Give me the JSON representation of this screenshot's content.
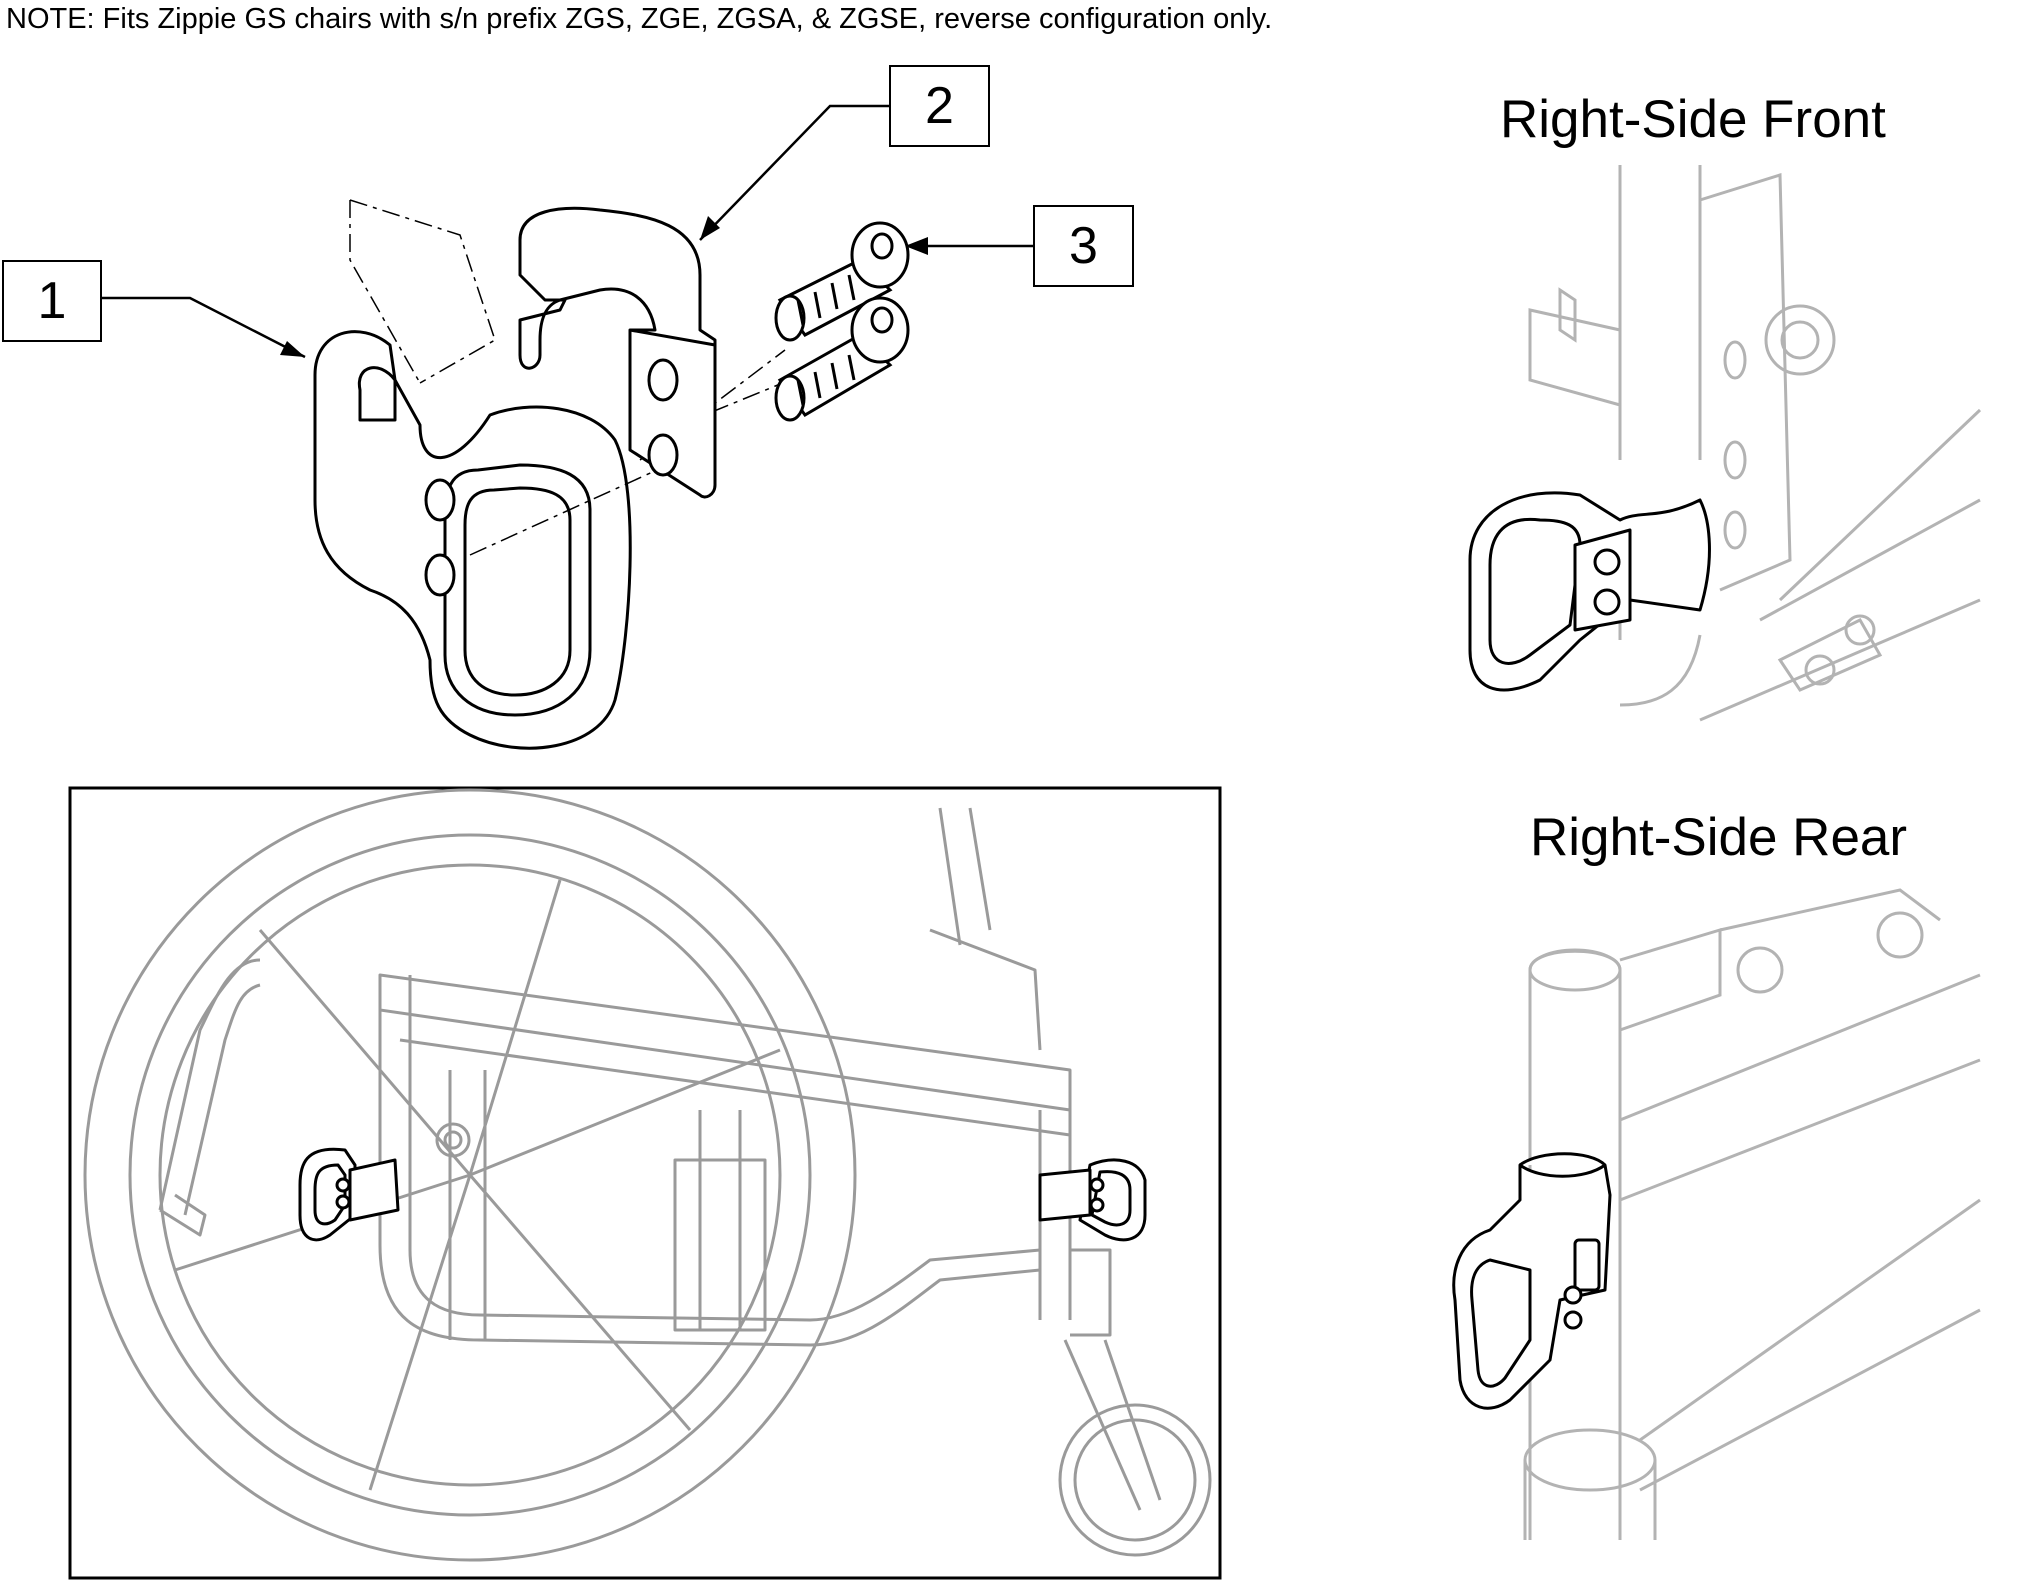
{
  "note": "NOTE: Fits Zippie GS chairs with s/n prefix ZGS, ZGE, ZGSA, & ZGSE, reverse configuration only.",
  "callouts": [
    "1",
    "2",
    "3"
  ],
  "views": {
    "front_title": "Right-Side Front",
    "rear_title": "Right-Side Rear"
  },
  "colors": {
    "line": "#000000",
    "ghost": "#b3b3b3"
  }
}
